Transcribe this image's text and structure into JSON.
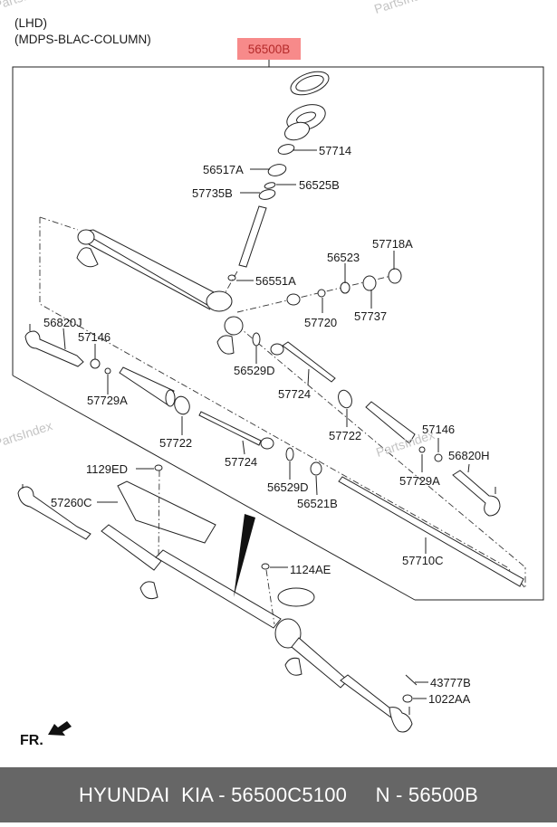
{
  "header": {
    "notes": [
      "(LHD)",
      "(MDPS-BLAC-COLUMN)"
    ],
    "main_part": "56500B",
    "main_part_color": "#f78a8a"
  },
  "watermarks": [
    "PartsIndex",
    "PartsIndex",
    "PartsIndex",
    "PartsIndex"
  ],
  "callouts": {
    "c57714": "57714",
    "c56517A": "56517A",
    "c56525B": "56525B",
    "c57735B": "57735B",
    "c57718A": "57718A",
    "c56523": "56523",
    "c56551A": "56551A",
    "c57720": "57720",
    "c57737": "57737",
    "c56820J": "56820J",
    "c57146L": "57146",
    "c56529D1": "56529D",
    "c57729AL": "57729A",
    "c57724a": "57724",
    "c57722L": "57722",
    "c57722R": "57722",
    "c57146R": "57146",
    "c56820H": "56820H",
    "c57729AR": "57729A",
    "c57724b": "57724",
    "c56529D2": "56529D",
    "c56521B": "56521B",
    "c1129ED": "1129ED",
    "c57260C": "57260C",
    "c57710C": "57710C",
    "c1124AE": "1124AE",
    "c43777B": "43777B",
    "c1022AA": "1022AA"
  },
  "front_indicator": "FR.",
  "footer": {
    "brand": "HYUNDAI  KIA - 56500C5100",
    "ref": "N - 56500B",
    "background": "#666666"
  }
}
